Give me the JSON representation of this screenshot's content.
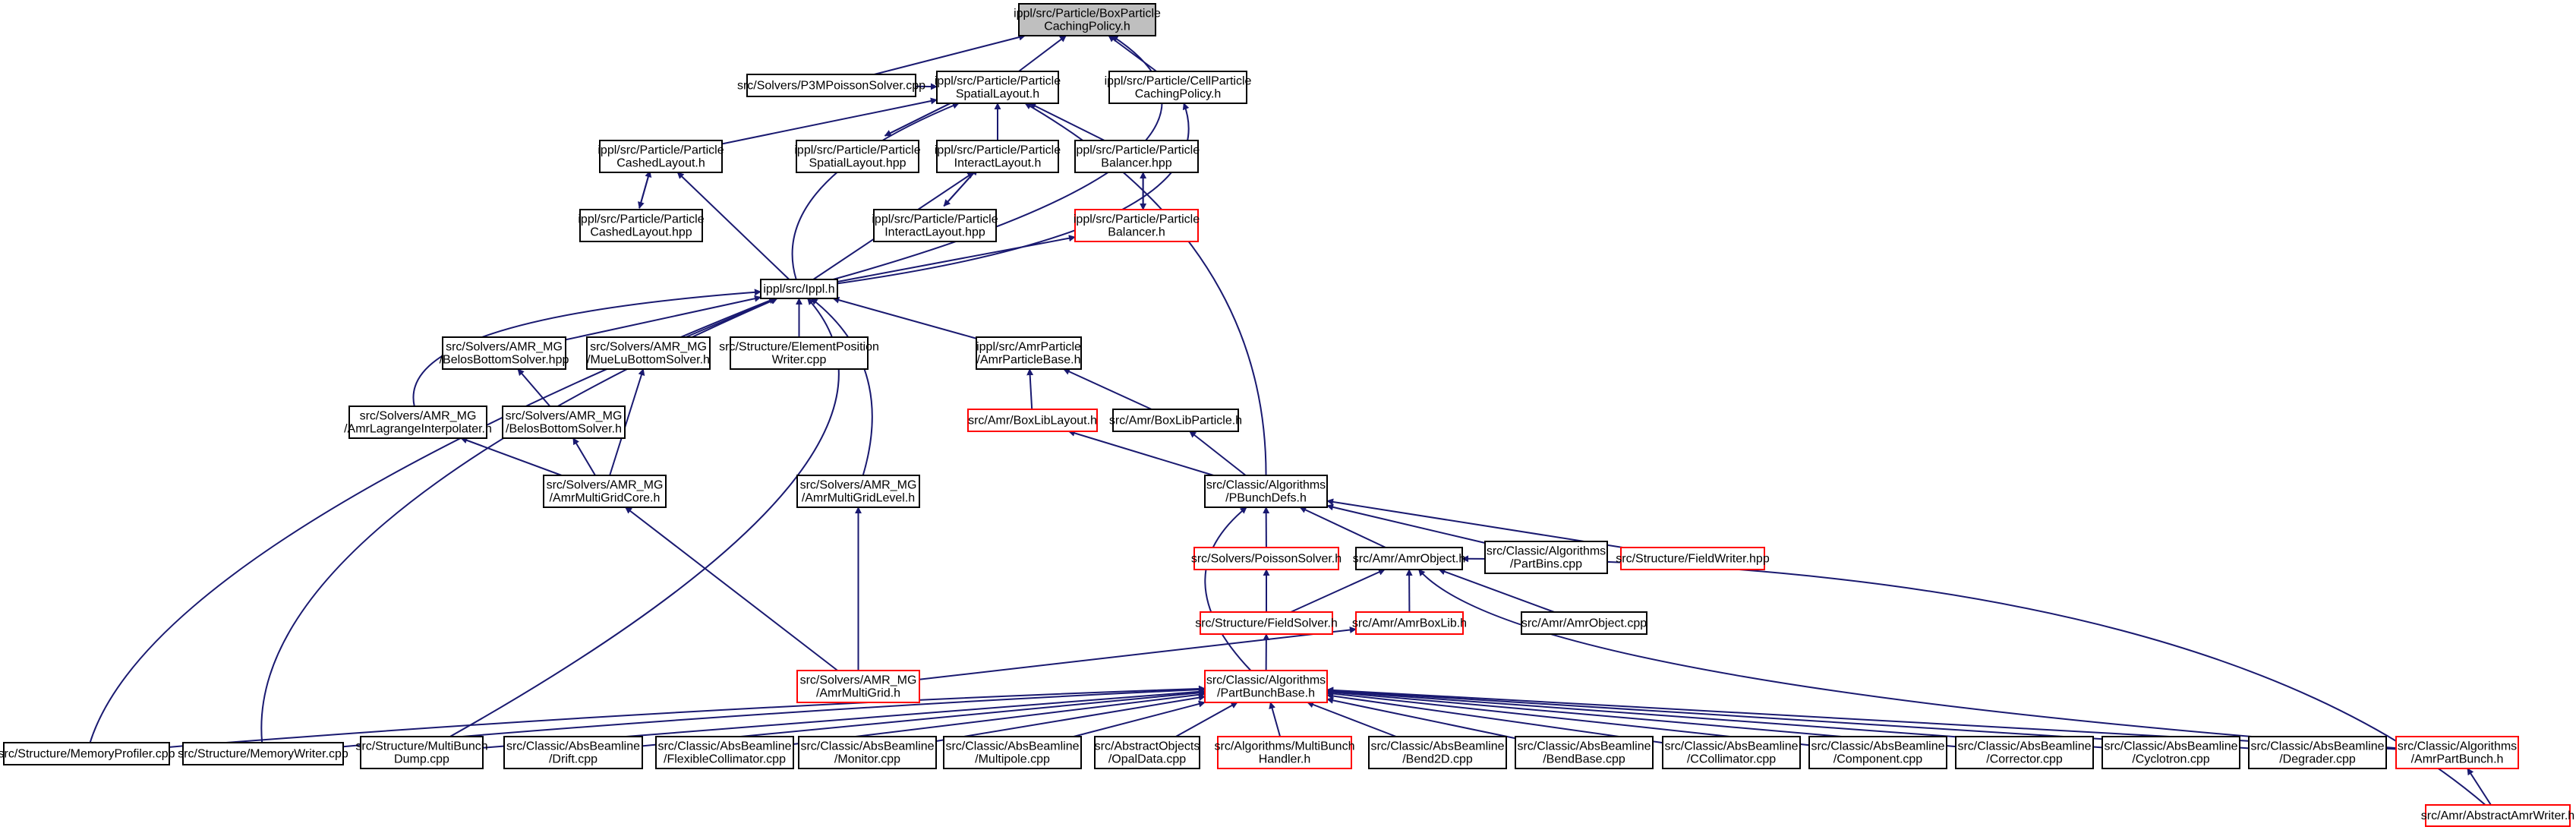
{
  "diagram": {
    "colors": {
      "background": "#ffffff",
      "node_fill": "#ffffff",
      "root_fill": "#bfbfbf",
      "node_border": "#000000",
      "incomplete_border": "#ff0000",
      "edge": "#191970"
    },
    "nodes": {
      "box_caching": {
        "lines": [
          "ippl/src/Particle/BoxParticle",
          "CachingPolicy.h"
        ],
        "style": "gray"
      },
      "p3m": {
        "lines": [
          "src/Solvers/P3MPoissonSolver.cpp"
        ]
      },
      "spatial_h": {
        "lines": [
          "ippl/src/Particle/Particle",
          "SpatialLayout.h"
        ]
      },
      "cell_caching": {
        "lines": [
          "ippl/src/Particle/CellParticle",
          "CachingPolicy.h"
        ]
      },
      "cashed_h": {
        "lines": [
          "ippl/src/Particle/Particle",
          "CashedLayout.h"
        ]
      },
      "spatial_hpp": {
        "lines": [
          "ippl/src/Particle/Particle",
          "SpatialLayout.hpp"
        ]
      },
      "interact_h": {
        "lines": [
          "ippl/src/Particle/Particle",
          "InteractLayout.h"
        ]
      },
      "balancer_hpp": {
        "lines": [
          "ippl/src/Particle/Particle",
          "Balancer.hpp"
        ]
      },
      "cashed_hpp": {
        "lines": [
          "ippl/src/Particle/Particle",
          "CashedLayout.hpp"
        ]
      },
      "interact_hpp": {
        "lines": [
          "ippl/src/Particle/Particle",
          "InteractLayout.hpp"
        ]
      },
      "balancer_h": {
        "lines": [
          "ippl/src/Particle/Particle",
          "Balancer.h"
        ],
        "style": "red"
      },
      "ippl_h": {
        "lines": [
          "ippl/src/Ippl.h"
        ]
      },
      "belos_hpp": {
        "lines": [
          "src/Solvers/AMR_MG",
          "/BelosBottomSolver.hpp"
        ]
      },
      "mueLu": {
        "lines": [
          "src/Solvers/AMR_MG",
          "/MueLuBottomSolver.h"
        ]
      },
      "elempos": {
        "lines": [
          "src/Structure/ElementPosition",
          "Writer.cpp"
        ]
      },
      "amrparticlebase": {
        "lines": [
          "ippl/src/AmrParticle",
          "/AmrParticleBase.h"
        ]
      },
      "lagrange": {
        "lines": [
          "src/Solvers/AMR_MG",
          "/AmrLagrangeInterpolater.h"
        ]
      },
      "belos_h": {
        "lines": [
          "src/Solvers/AMR_MG",
          "/BelosBottomSolver.h"
        ]
      },
      "boxliblayout": {
        "lines": [
          "src/Amr/BoxLibLayout.h"
        ],
        "style": "red"
      },
      "boxlibparticle": {
        "lines": [
          "src/Amr/BoxLibParticle.h"
        ]
      },
      "gridcore": {
        "lines": [
          "src/Solvers/AMR_MG",
          "/AmrMultiGridCore.h"
        ]
      },
      "gridlevel": {
        "lines": [
          "src/Solvers/AMR_MG",
          "/AmrMultiGridLevel.h"
        ]
      },
      "pbunchdefs": {
        "lines": [
          "src/Classic/Algorithms",
          "/PBunchDefs.h"
        ]
      },
      "poissonsolver": {
        "lines": [
          "src/Solvers/PoissonSolver.h"
        ],
        "style": "red"
      },
      "amrobject_h": {
        "lines": [
          "src/Amr/AmrObject.h"
        ]
      },
      "partbins": {
        "lines": [
          "src/Classic/Algorithms",
          "/PartBins.cpp"
        ]
      },
      "fieldwriter": {
        "lines": [
          "src/Structure/FieldWriter.hpp"
        ],
        "style": "red"
      },
      "fieldsolver": {
        "lines": [
          "src/Structure/FieldSolver.h"
        ],
        "style": "red"
      },
      "amrboxlib": {
        "lines": [
          "src/Amr/AmrBoxLib.h"
        ],
        "style": "red"
      },
      "amrobject_cpp": {
        "lines": [
          "src/Amr/AmrObject.cpp"
        ]
      },
      "amrmultigrid": {
        "lines": [
          "src/Solvers/AMR_MG",
          "/AmrMultiGrid.h"
        ],
        "style": "red"
      },
      "partbunchbase": {
        "lines": [
          "src/Classic/Algorithms",
          "/PartBunchBase.h"
        ],
        "style": "red"
      },
      "memprofiler": {
        "lines": [
          "src/Structure/MemoryProfiler.cpp"
        ]
      },
      "memwriter": {
        "lines": [
          "src/Structure/MemoryWriter.cpp"
        ]
      },
      "multibunchdump": {
        "lines": [
          "src/Structure/MultiBunch",
          "Dump.cpp"
        ]
      },
      "drift": {
        "lines": [
          "src/Classic/AbsBeamline",
          "/Drift.cpp"
        ]
      },
      "flexcoll": {
        "lines": [
          "src/Classic/AbsBeamline",
          "/FlexibleCollimator.cpp"
        ]
      },
      "monitor": {
        "lines": [
          "src/Classic/AbsBeamline",
          "/Monitor.cpp"
        ]
      },
      "multipole": {
        "lines": [
          "src/Classic/AbsBeamline",
          "/Multipole.cpp"
        ]
      },
      "opaldata": {
        "lines": [
          "src/AbstractObjects",
          "/OpalData.cpp"
        ]
      },
      "multibunchhandler": {
        "lines": [
          "src/Algorithms/MultiBunch",
          "Handler.h"
        ],
        "style": "red"
      },
      "bend2d": {
        "lines": [
          "src/Classic/AbsBeamline",
          "/Bend2D.cpp"
        ]
      },
      "bendbase": {
        "lines": [
          "src/Classic/AbsBeamline",
          "/BendBase.cpp"
        ]
      },
      "ccollimator": {
        "lines": [
          "src/Classic/AbsBeamline",
          "/CCollimator.cpp"
        ]
      },
      "component": {
        "lines": [
          "src/Classic/AbsBeamline",
          "/Component.cpp"
        ]
      },
      "corrector": {
        "lines": [
          "src/Classic/AbsBeamline",
          "/Corrector.cpp"
        ]
      },
      "cyclotron": {
        "lines": [
          "src/Classic/AbsBeamline",
          "/Cyclotron.cpp"
        ]
      },
      "degrader": {
        "lines": [
          "src/Classic/AbsBeamline",
          "/Degrader.cpp"
        ]
      },
      "amrpartbunch": {
        "lines": [
          "src/Classic/Algorithms",
          "/AmrPartBunch.h"
        ],
        "style": "red"
      },
      "abstractamrwriter": {
        "lines": [
          "src/Amr/AbstractAmrWriter.h"
        ],
        "style": "red"
      }
    },
    "edges": [
      [
        "p3m",
        "box_caching"
      ],
      [
        "spatial_h",
        "box_caching"
      ],
      [
        "cell_caching",
        "box_caching"
      ],
      [
        "ippl_h",
        "box_caching"
      ],
      [
        "p3m",
        "spatial_h"
      ],
      [
        "cashed_h",
        "spatial_h"
      ],
      [
        "spatial_hpp",
        "spatial_h"
      ],
      [
        "interact_h",
        "spatial_h"
      ],
      [
        "balancer_hpp",
        "spatial_h"
      ],
      [
        "ippl_h",
        "spatial_h"
      ],
      [
        "pbunchdefs",
        "spatial_h"
      ],
      [
        "spatial_h",
        "spatial_hpp"
      ],
      [
        "ippl_h",
        "cell_caching"
      ],
      [
        "cashed_hpp",
        "cashed_h"
      ],
      [
        "ippl_h",
        "cashed_h"
      ],
      [
        "cashed_h",
        "cashed_hpp"
      ],
      [
        "interact_hpp",
        "interact_h"
      ],
      [
        "ippl_h",
        "interact_h"
      ],
      [
        "interact_h",
        "interact_hpp"
      ],
      [
        "balancer_h",
        "balancer_hpp"
      ],
      [
        "balancer_hpp",
        "balancer_h"
      ],
      [
        "ippl_h",
        "balancer_h"
      ],
      [
        "belos_hpp",
        "ippl_h"
      ],
      [
        "mueLu",
        "ippl_h"
      ],
      [
        "elempos",
        "ippl_h"
      ],
      [
        "amrparticlebase",
        "ippl_h"
      ],
      [
        "lagrange",
        "ippl_h"
      ],
      [
        "gridlevel",
        "ippl_h"
      ],
      [
        "memprofiler",
        "ippl_h"
      ],
      [
        "memwriter",
        "ippl_h"
      ],
      [
        "multibunchdump",
        "ippl_h"
      ],
      [
        "belos_h",
        "belos_hpp"
      ],
      [
        "gridcore",
        "belos_h"
      ],
      [
        "gridcore",
        "mueLu"
      ],
      [
        "boxliblayout",
        "amrparticlebase"
      ],
      [
        "boxlibparticle",
        "amrparticlebase"
      ],
      [
        "gridcore",
        "lagrange"
      ],
      [
        "pbunchdefs",
        "boxliblayout"
      ],
      [
        "pbunchdefs",
        "boxlibparticle"
      ],
      [
        "amrmultigrid",
        "gridcore"
      ],
      [
        "amrmultigrid",
        "gridlevel"
      ],
      [
        "poissonsolver",
        "pbunchdefs"
      ],
      [
        "amrobject_h",
        "pbunchdefs"
      ],
      [
        "partbins",
        "pbunchdefs"
      ],
      [
        "fieldwriter",
        "pbunchdefs"
      ],
      [
        "partbunchbase",
        "pbunchdefs"
      ],
      [
        "fieldsolver",
        "poissonsolver"
      ],
      [
        "fieldsolver",
        "amrobject_h"
      ],
      [
        "amrboxlib",
        "amrobject_h"
      ],
      [
        "amrobject_cpp",
        "amrobject_h"
      ],
      [
        "amrpartbunch",
        "amrobject_h"
      ],
      [
        "abstractamrwriter",
        "amrobject_h"
      ],
      [
        "partbunchbase",
        "fieldsolver"
      ],
      [
        "amrmultigrid",
        "amrboxlib"
      ],
      [
        "memprofiler",
        "partbunchbase"
      ],
      [
        "memwriter",
        "partbunchbase"
      ],
      [
        "multibunchdump",
        "partbunchbase"
      ],
      [
        "drift",
        "partbunchbase"
      ],
      [
        "flexcoll",
        "partbunchbase"
      ],
      [
        "monitor",
        "partbunchbase"
      ],
      [
        "multipole",
        "partbunchbase"
      ],
      [
        "opaldata",
        "partbunchbase"
      ],
      [
        "multibunchhandler",
        "partbunchbase"
      ],
      [
        "bend2d",
        "partbunchbase"
      ],
      [
        "bendbase",
        "partbunchbase"
      ],
      [
        "ccollimator",
        "partbunchbase"
      ],
      [
        "component",
        "partbunchbase"
      ],
      [
        "corrector",
        "partbunchbase"
      ],
      [
        "cyclotron",
        "partbunchbase"
      ],
      [
        "degrader",
        "partbunchbase"
      ],
      [
        "amrpartbunch",
        "partbunchbase"
      ],
      [
        "abstractamrwriter",
        "amrpartbunch"
      ]
    ]
  }
}
